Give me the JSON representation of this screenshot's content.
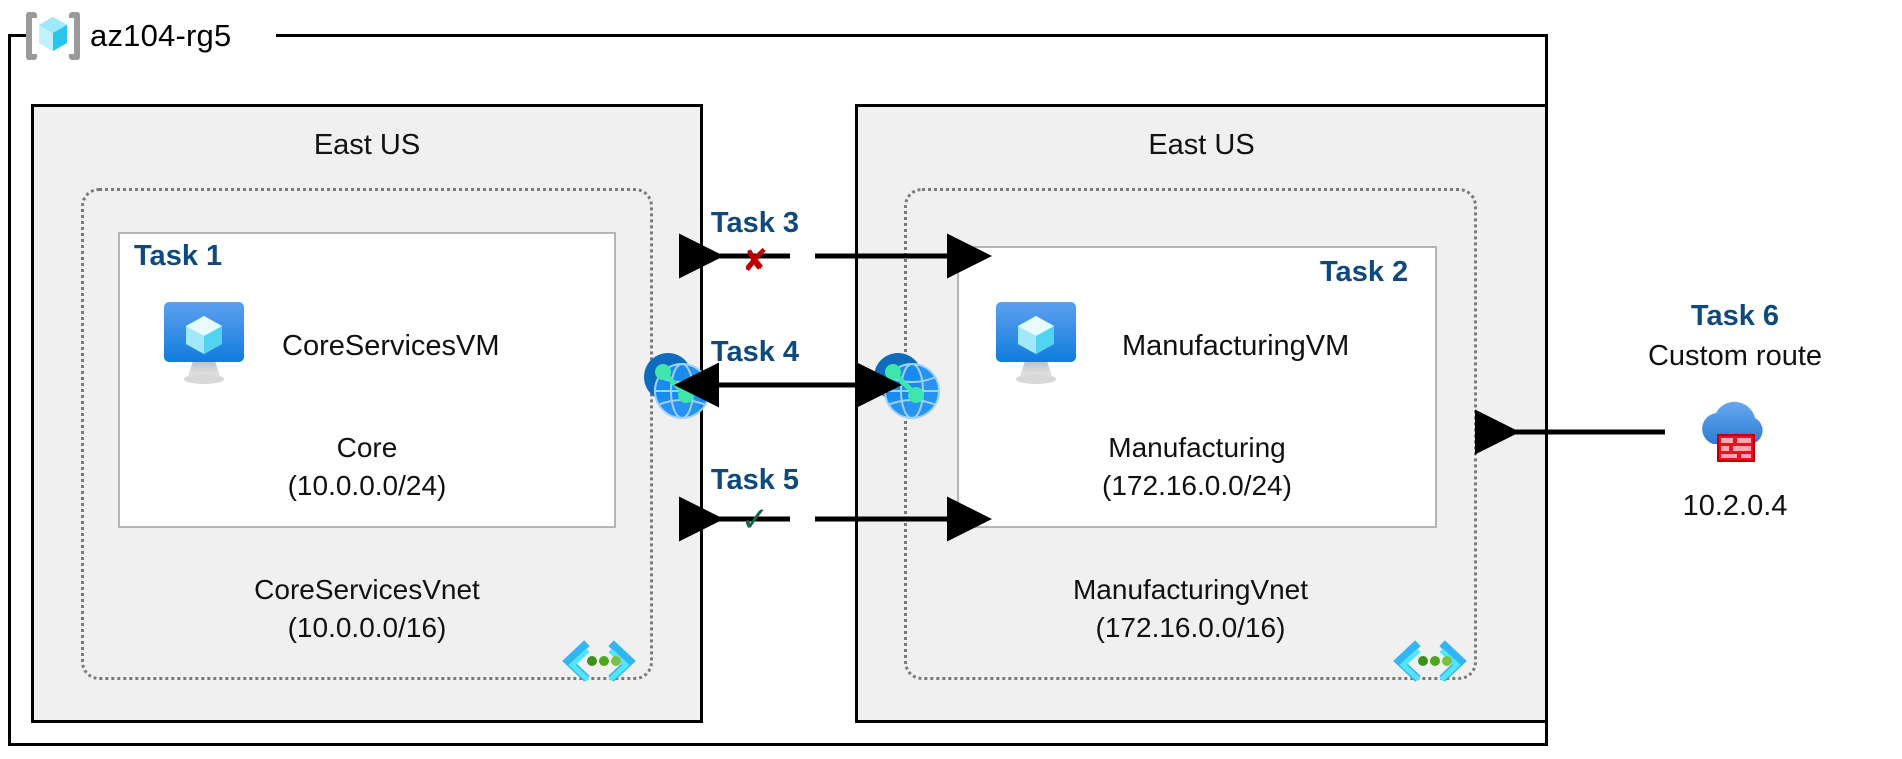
{
  "diagram": {
    "type": "azure-network-architecture",
    "resource_group": {
      "name": "az104-rg5",
      "icon": "resource-group-cube-icon"
    },
    "regions": [
      {
        "id": "left",
        "label": "East US"
      },
      {
        "id": "right",
        "label": "East US"
      }
    ],
    "vnets": [
      {
        "id": "core",
        "name": "CoreServicesVnet",
        "cidr": "(10.0.0.0/16)",
        "subnet_icon": "subnet-brackets-icon",
        "subnet": {
          "task": "Task 1",
          "vm_name": "CoreServicesVM",
          "vm_icon": "virtual-machine-icon",
          "name": "Core",
          "cidr": "(10.0.0.0/24)"
        }
      },
      {
        "id": "manufacturing",
        "name": "ManufacturingVnet",
        "cidr": "(172.16.0.0/16)",
        "subnet_icon": "subnet-brackets-icon",
        "subnet": {
          "task": "Task 2",
          "vm_name": "ManufacturingVM",
          "vm_icon": "virtual-machine-icon",
          "name": "Manufacturing",
          "cidr": "(172.16.0.0/24)"
        }
      }
    ],
    "peering_icons": [
      {
        "id": "peer-left",
        "icon": "vnet-peering-icon"
      },
      {
        "id": "peer-right",
        "icon": "vnet-peering-icon"
      }
    ],
    "flows": [
      {
        "id": "task3",
        "label": "Task 3",
        "mark": "✘",
        "mark_type": "cross",
        "direction": "bidirectional-blocked"
      },
      {
        "id": "task4",
        "label": "Task 4",
        "mark": "",
        "mark_type": "none",
        "direction": "bidirectional"
      },
      {
        "id": "task5",
        "label": "Task 5",
        "mark": "✓",
        "mark_type": "check",
        "direction": "bidirectional-allowed"
      }
    ],
    "external": {
      "task": "Task 6",
      "label": "Custom route",
      "ip": "10.2.0.4",
      "icon": "firewall-cloud-icon"
    },
    "colors": {
      "task_blue": "#10497d",
      "cross_red": "#c00000",
      "check_green": "#1c6050",
      "region_fill": "#f0f0f0",
      "vnet_border": "#7a7a7a",
      "subnet_border": "#b4b4b4",
      "azure_blue": "#0078d4",
      "cube_cyan": "#9fe9fb",
      "firewall_red": "#e81123"
    }
  }
}
